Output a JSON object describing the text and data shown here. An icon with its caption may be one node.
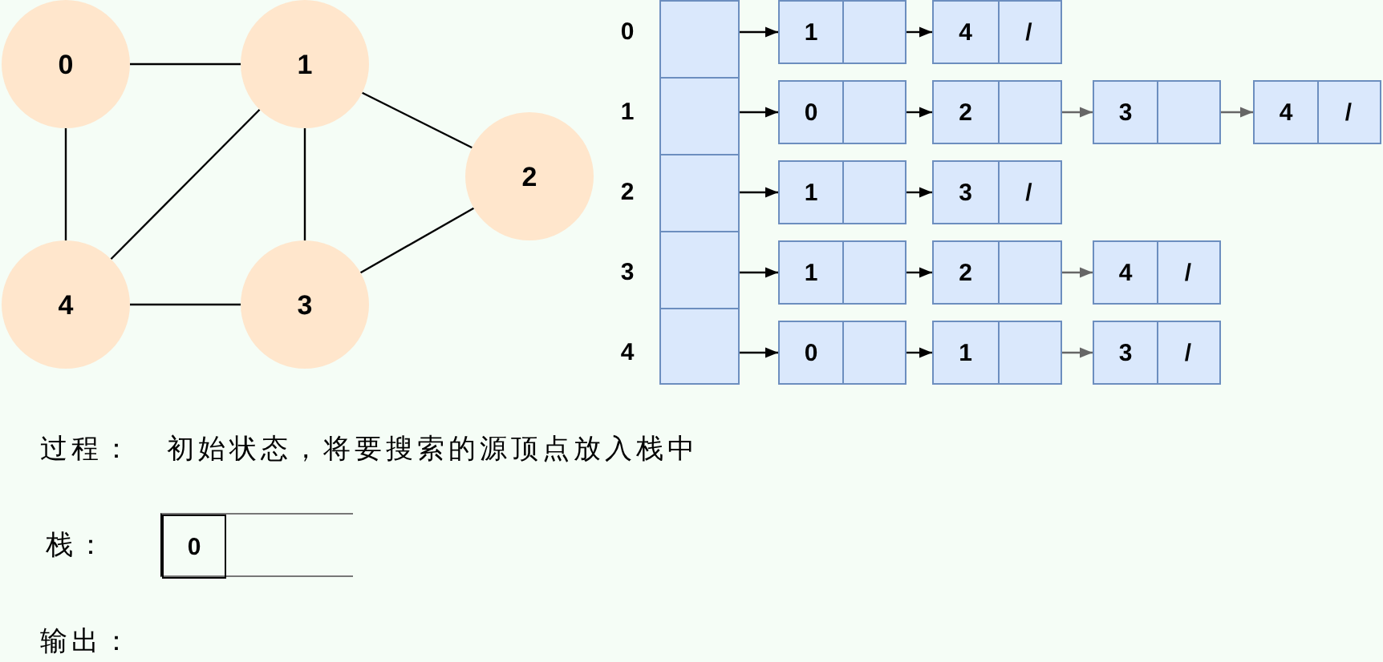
{
  "diagram": {
    "nodes": [
      {
        "text": [
          "0"
        ]
      },
      {
        "text": [
          "1"
        ]
      },
      {
        "text": [
          "2"
        ]
      },
      {
        "text": [
          "4"
        ]
      },
      {
        "text": [
          "3"
        ]
      },
      {
        "text": [],
        "shape": "box",
        "beside": [
          "0"
        ]
      },
      {
        "text": [
          "1"
        ]
      },
      {
        "text": [
          "4",
          "/"
        ]
      },
      {
        "text": [],
        "shape": "box",
        "beside": [
          "1"
        ]
      },
      {
        "text": [
          "0"
        ]
      },
      {
        "text": [
          "2"
        ]
      },
      {
        "text": [
          "3"
        ]
      },
      {
        "text": [
          "4",
          "/"
        ]
      },
      {
        "text": [],
        "shape": "box",
        "beside": [
          "2"
        ]
      },
      {
        "text": [
          "1"
        ]
      },
      {
        "text": [
          "3",
          "/"
        ]
      },
      {
        "text": [],
        "shape": "box",
        "beside": [
          "3"
        ]
      },
      {
        "text": [
          "1"
        ]
      },
      {
        "text": [
          "2"
        ]
      },
      {
        "text": [
          "4",
          "/"
        ]
      },
      {
        "text": [],
        "shape": "box",
        "beside": [
          "4"
        ]
      },
      {
        "text": [
          "0"
        ]
      },
      {
        "text": [
          "1"
        ]
      },
      {
        "text": [
          "3",
          "/"
        ]
      },
      {
        "text": [],
        "shape": "box",
        "beside": [
          "栈："
        ]
      },
      {
        "text": [
          "0"
        ],
        "in": 24
      }
    ],
    "edges": [
      {
        "from": 0,
        "to": 1,
        "arrow": "none"
      },
      {
        "from": 0,
        "to": 3,
        "arrow": "none"
      },
      {
        "from": 1,
        "to": 2,
        "arrow": "none"
      },
      {
        "from": 1,
        "to": 3,
        "arrow": "none"
      },
      {
        "from": 1,
        "to": 4,
        "arrow": "none"
      },
      {
        "from": 2,
        "to": 4,
        "arrow": "none"
      },
      {
        "from": 3,
        "to": 4,
        "arrow": "none"
      },
      {
        "from": 5,
        "to": 6,
        "arrow": "to"
      },
      {
        "from": 6,
        "to": 7,
        "arrow": "to"
      },
      {
        "from": 8,
        "to": 9,
        "arrow": "to"
      },
      {
        "from": 9,
        "to": 10,
        "arrow": "to"
      },
      {
        "from": 10,
        "to": 11,
        "arrow": "to",
        "color": "#666666"
      },
      {
        "from": 11,
        "to": 12,
        "arrow": "to",
        "color": "#666666"
      },
      {
        "from": 13,
        "to": 14,
        "arrow": "to"
      },
      {
        "from": 14,
        "to": 15,
        "arrow": "to"
      },
      {
        "from": 16,
        "to": 17,
        "arrow": "to"
      },
      {
        "from": 17,
        "to": 18,
        "arrow": "to"
      },
      {
        "from": 18,
        "to": 19,
        "arrow": "to",
        "color": "#666666"
      },
      {
        "from": 20,
        "to": 21,
        "arrow": "to"
      },
      {
        "from": 21,
        "to": 22,
        "arrow": "to"
      },
      {
        "from": 22,
        "to": 23,
        "arrow": "to",
        "color": "#666666"
      }
    ],
    "labels": [
      "过程：",
      "初始状态，将要搜索的源顶点放入栈中",
      "输出："
    ]
  }
}
